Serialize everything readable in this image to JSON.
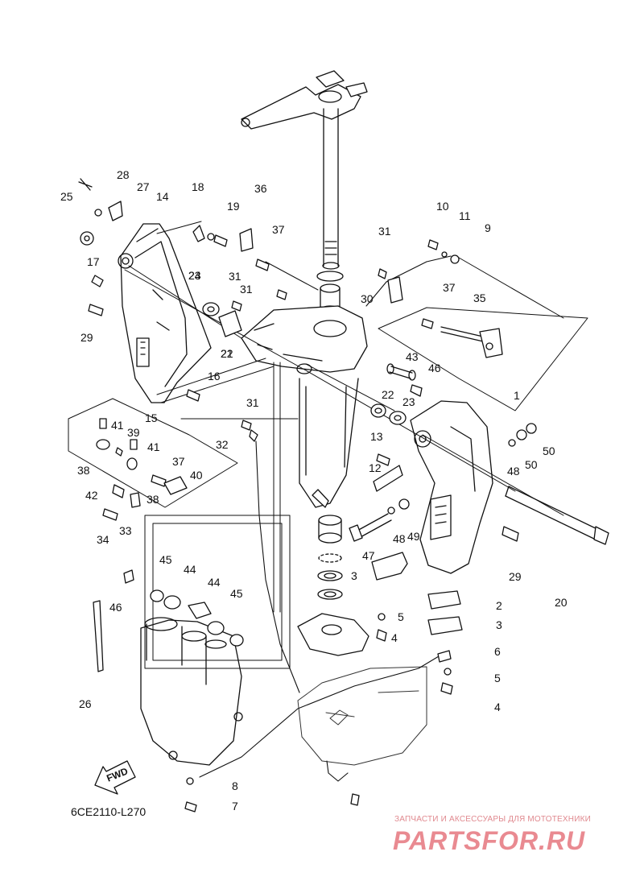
{
  "diagram": {
    "code": "6CE2110-L270",
    "arrow_label": "FWD",
    "callouts": [
      "1",
      "2",
      "3",
      "3",
      "4",
      "4",
      "5",
      "5",
      "6",
      "7",
      "8",
      "9",
      "10",
      "11",
      "12",
      "13",
      "14",
      "15",
      "16",
      "17",
      "18",
      "19",
      "20",
      "21",
      "22",
      "22",
      "23",
      "23",
      "24",
      "25",
      "26",
      "27",
      "28",
      "29",
      "29",
      "30",
      "31",
      "31",
      "31",
      "31",
      "32",
      "33",
      "34",
      "35",
      "36",
      "37",
      "37",
      "37",
      "38",
      "38",
      "39",
      "40",
      "41",
      "41",
      "42",
      "43",
      "44",
      "44",
      "45",
      "45",
      "46",
      "46",
      "47",
      "48",
      "48",
      "49",
      "50",
      "50"
    ]
  },
  "watermark": {
    "caption": "ЗАПЧАСТИ И АКСЕССУАРЫ ДЛЯ МОТОТЕХНИКИ",
    "brand": "PARTSFOR.RU",
    "color": "#e98a91"
  }
}
